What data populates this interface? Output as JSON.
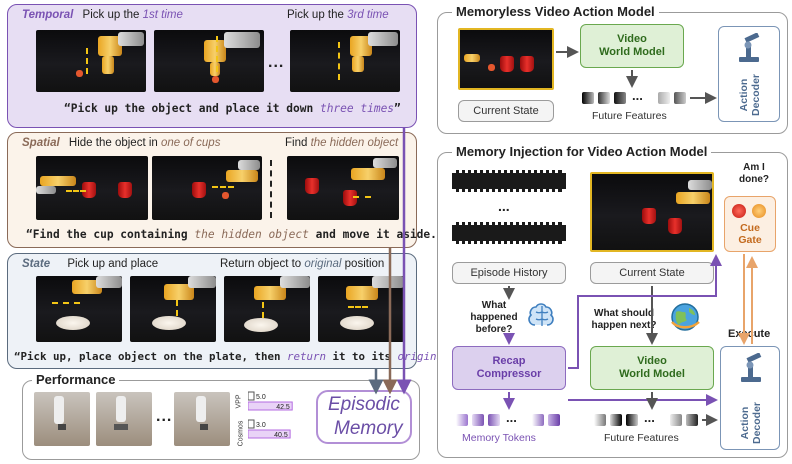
{
  "temporal": {
    "tag": "Temporal",
    "left_title_pre": "Pick up the ",
    "left_title_hl": "1st time",
    "right_title_pre": "Pick up the ",
    "right_title_hl": "3rd time",
    "ellipsis": "...",
    "quote_pre": "“Pick up the object and place it down ",
    "quote_hl": "three times",
    "quote_post": "”"
  },
  "spatial": {
    "tag": "Spatial",
    "left_title_pre": "Hide the object in ",
    "left_title_hl": "one of cups",
    "right_title_pre": "Find ",
    "right_title_hl": "the hidden object",
    "quote_pre": "“Find the cup containing ",
    "quote_hl": "the hidden object",
    "quote_post": " and move it aside.”"
  },
  "state": {
    "tag": "State",
    "left_title": "Pick up and place",
    "right_title_pre": "Return object to ",
    "right_title_hl": "original",
    "right_title_post": " position",
    "quote_pre": "“Pick up, place object on the plate, then ",
    "quote_hl1": "return",
    "quote_mid": " it to its ",
    "quote_hl2": "original",
    "quote_post": "”"
  },
  "performance": {
    "title": "Performance",
    "ellipsis": "...",
    "episodic_line1": "Episodic",
    "episodic_line2": "Memory",
    "bars": [
      {
        "model": "VPP",
        "values": [
          5.0,
          42.5
        ]
      },
      {
        "model": "Cosmos",
        "values": [
          3.0,
          40.5
        ]
      }
    ],
    "bar_labels": [
      "5.0",
      "42.5",
      "3.0",
      "40.5"
    ],
    "model_labels": [
      "VPP",
      "Cosmos"
    ]
  },
  "memoryless": {
    "title": "Memoryless  Video Action Model",
    "world_model_line1": "Video",
    "world_model_line2": "World Model",
    "current_state": "Current State",
    "future_features": "Future Features",
    "ellipsis": "...",
    "decoder_line1": "Action",
    "decoder_line2": "Decoder"
  },
  "injection": {
    "title": "Memory Injection for Video Action Model",
    "episode_history": "Episode History",
    "current_state": "Current State",
    "am_i_done_line1": "Am I",
    "am_i_done_line2": "done?",
    "cue_line1": "Cue",
    "cue_line2": "Gate",
    "q_before_line1": "What",
    "q_before_line2": "happened",
    "q_before_line3": "before?",
    "q_next_line1": "What should",
    "q_next_line2": "happen next?",
    "recap_line1": "Recap",
    "recap_line2": "Compressor",
    "world_model_line1": "Video",
    "world_model_line2": "World Model",
    "execute": "Execute",
    "memory_tokens": "Memory Tokens",
    "future_features": "Future Features",
    "ellipsis": "...",
    "decoder_line1": "Action",
    "decoder_line2": "Decoder"
  },
  "colors": {
    "purple": "#7a52b3",
    "brown": "#8a6a58",
    "green": "#6aa84f",
    "orange": "#e8a46a",
    "slate": "#5b6b7e"
  }
}
